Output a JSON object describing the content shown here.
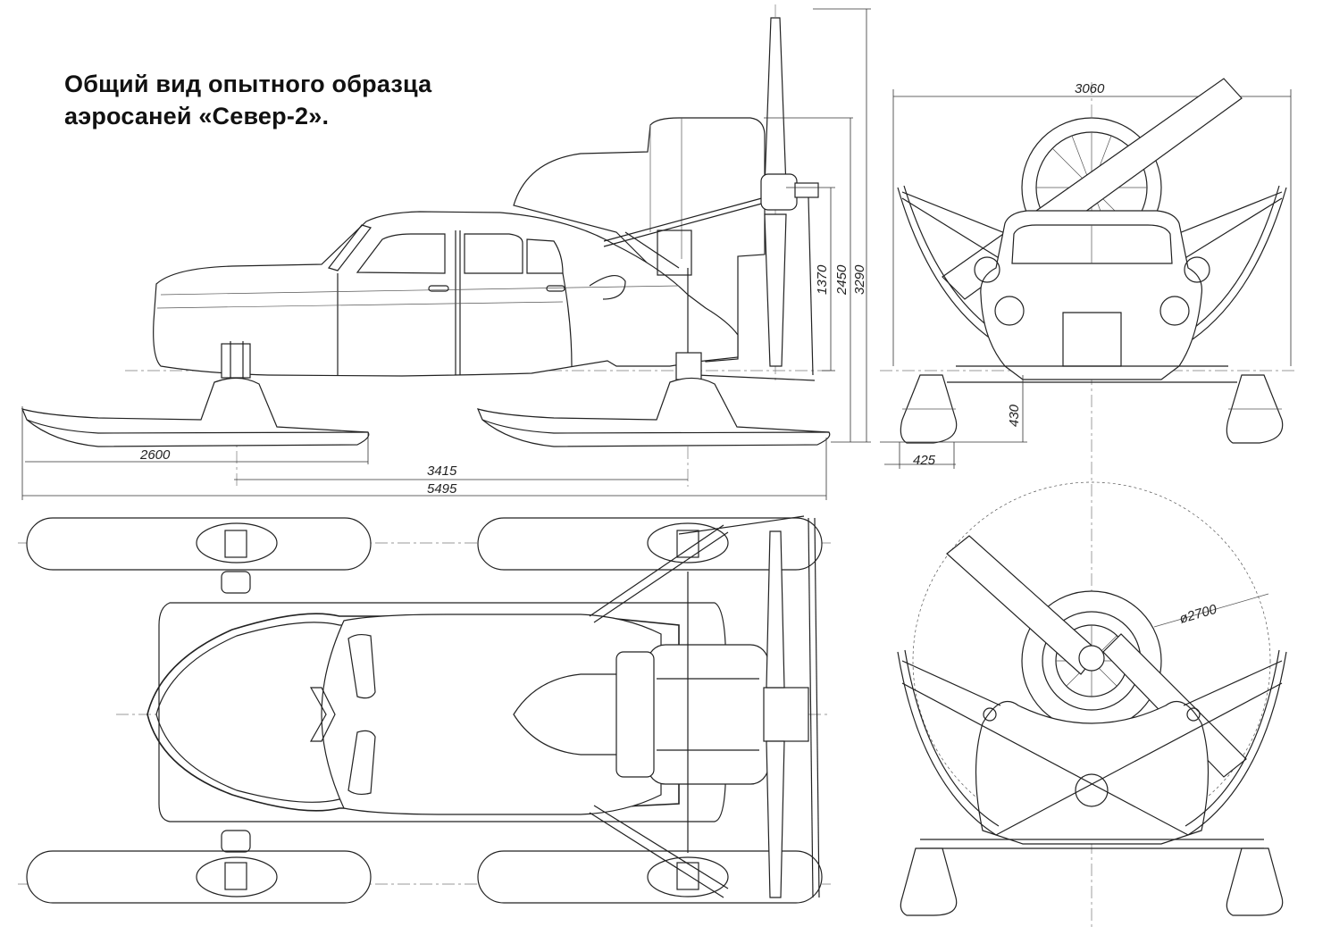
{
  "title": {
    "line1": "Общий вид опытного образца",
    "line2": "аэросаней «Север-2»."
  },
  "dimensions": {
    "height_prop": "1370",
    "height_engine": "2450",
    "height_total": "3290",
    "ski_length": "2600",
    "ski_base": "3415",
    "length_total": "5495",
    "width_total": "3060",
    "ground_clearance": "430",
    "ski_width": "425",
    "prop_diameter": "ø2700"
  }
}
